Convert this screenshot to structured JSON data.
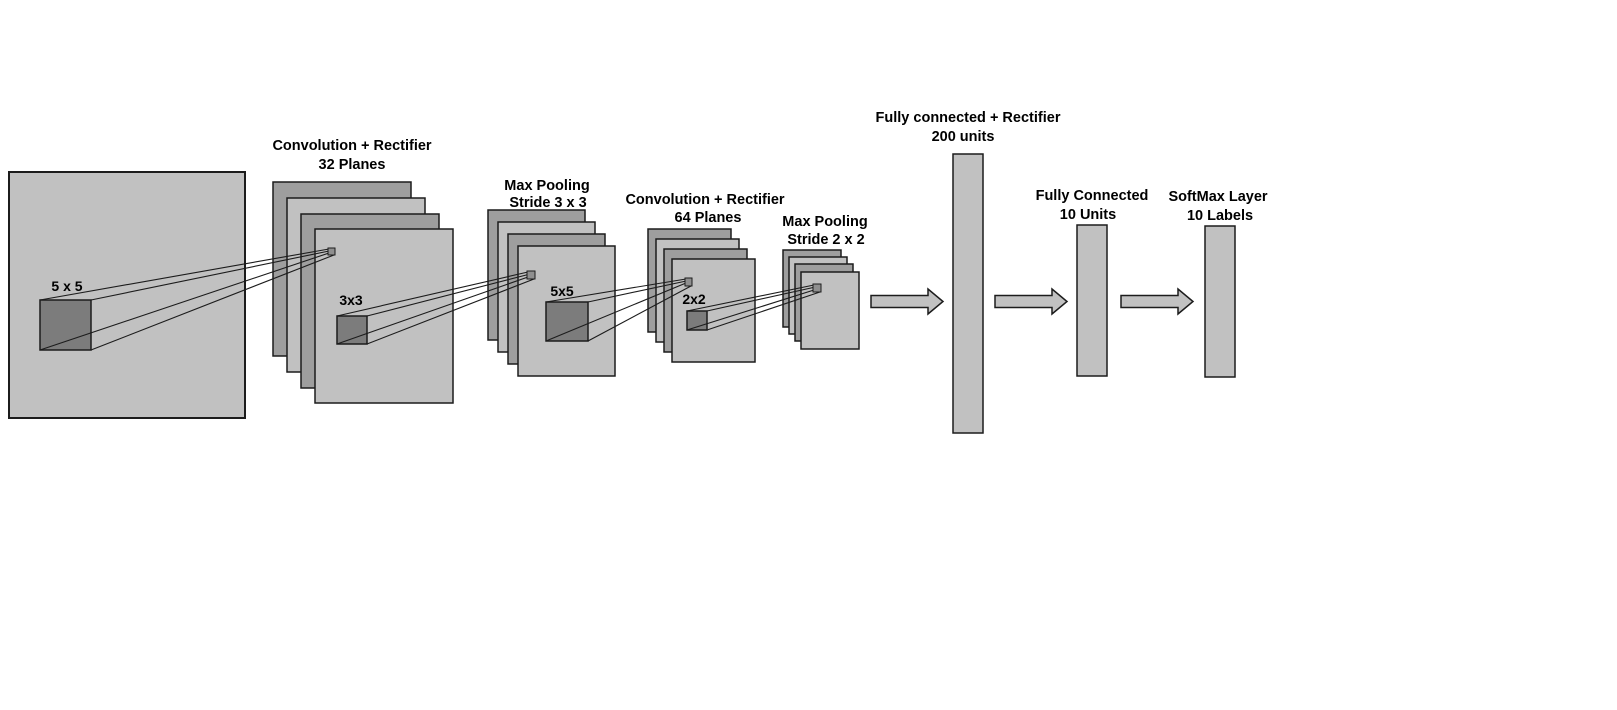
{
  "diagram": {
    "type": "convolutional-neural-network-architecture",
    "input": {
      "kernel_label": "5 x 5"
    },
    "conv1": {
      "title_line1": "Convolution + Rectifier",
      "title_line2": "32 Planes",
      "kernel_label": "3x3"
    },
    "pool1": {
      "title_line1": "Max Pooling",
      "title_line2": "Stride 3 x 3",
      "kernel_label": "5x5"
    },
    "conv2": {
      "title_line1": "Convolution + Rectifier",
      "title_line2": "64 Planes",
      "kernel_label": "2x2"
    },
    "pool2": {
      "title_line1": "Max Pooling",
      "title_line2": "Stride 2 x 2"
    },
    "fc1": {
      "title_line1": "Fully connected + Rectifier",
      "title_line2": "200 units"
    },
    "fc2": {
      "title_line1": "Fully Connected",
      "title_line2": "10 Units"
    },
    "softmax": {
      "title_line1": "SoftMax Layer",
      "title_line2": "10 Labels"
    }
  },
  "colors": {
    "plane_light": "#c1c1c1",
    "plane_dark": "#9e9e9e",
    "kernel_fill": "#7c7c7c",
    "tiny_fill": "#8f8f8f",
    "outline": "#1c1c1c",
    "arrow_fill": "#c1c1c1",
    "text": "#000000",
    "background": "#ffffff"
  }
}
